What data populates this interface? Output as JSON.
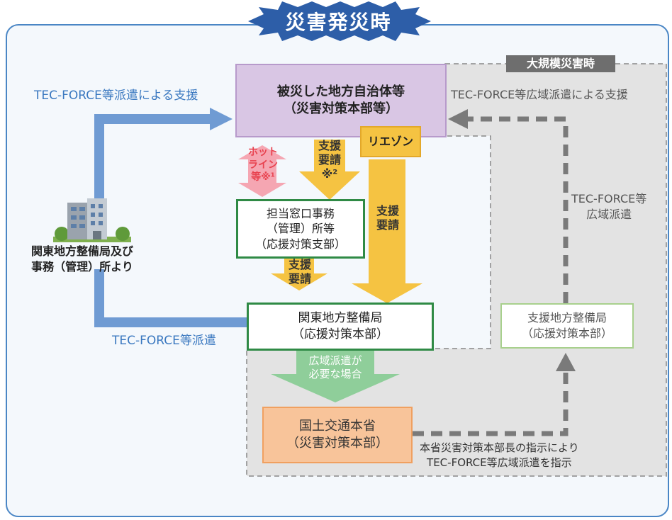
{
  "title": "災害発災時",
  "large_disaster_label": "大規模災害時",
  "nodes": {
    "affected_municipality": [
      "被災した地方自治体等",
      "（災害対策本部等）"
    ],
    "liaison": "リエゾン",
    "local_office": [
      "担当窓口事務",
      "（管理）所等",
      "（応援対策支部）"
    ],
    "kanto_bureau": [
      "関東地方整備局",
      "（応援対策本部）"
    ],
    "mlit_hq": [
      "国土交通本省",
      "（災害対策本部）"
    ],
    "support_bureau": [
      "支援地方整備局",
      "（応援対策本部）"
    ],
    "source": [
      "関東地方整備局及び",
      "事務（管理）所より"
    ]
  },
  "labels": {
    "tec_support": "TEC-FORCE等派遣による支援",
    "tec_dispatch": "TEC-FORCE等派遣",
    "tec_wide_support": "TEC-FORCE等広域派遣による支援",
    "tec_wide_dispatch": [
      "TEC-FORCE等",
      "広域派遣"
    ],
    "hq_instruction": [
      "本省災害対策本部長の指示により",
      "TEC-FORCE等広域派遣を指示"
    ]
  },
  "arrows": {
    "hotline": [
      "ホット",
      "ライン",
      "等※¹"
    ],
    "request_1": [
      "支援",
      "要請",
      "※²"
    ],
    "request_2": [
      "支援",
      "要請"
    ],
    "request_3": [
      "支援",
      "要請"
    ],
    "wide_needed": [
      "広域派遣が",
      "必要な場合"
    ]
  },
  "colors": {
    "blue": "#6f9bd3",
    "yellow": "#f5c342",
    "pink": "#f5a6b2",
    "purple": "#d9c6e4",
    "green_border": "#2f8a45",
    "light_green_border": "#a8d08d",
    "green_arrow": "#8fce9a",
    "orange_fill": "#f8c49a",
    "orange_border": "#f0a060",
    "gray_area": "#e3e3e3",
    "dash_gray": "#7a7a7a"
  }
}
